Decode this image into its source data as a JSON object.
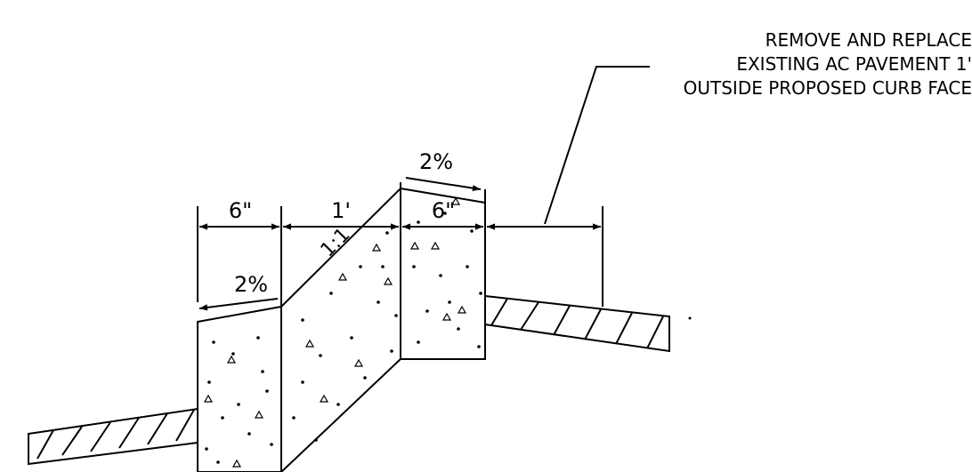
{
  "note": {
    "line1": "REMOVE AND REPLACE",
    "line2": "EXISTING AC PAVEMENT 1'",
    "line3": "OUTSIDE PROPOSED CURB FACE"
  },
  "dimensions": {
    "left_width": "6\"",
    "middle_width": "1'",
    "right_width": "6\""
  },
  "slopes": {
    "top_right": "2%",
    "top_left": "2%",
    "face": "1:1"
  },
  "colors": {
    "line": "#000000",
    "background": "#ffffff"
  }
}
